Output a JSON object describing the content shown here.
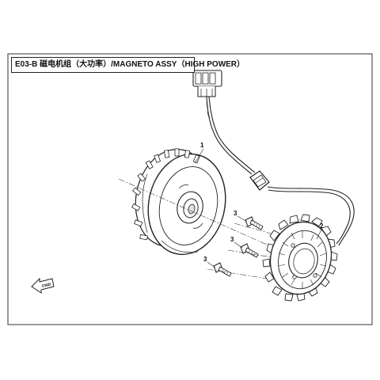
{
  "diagram": {
    "title": "E03-B 磁电机组（大功率）/MAGNETO ASSY（HIGH POWER）",
    "parts": [
      {
        "number": "1",
        "name": "flywheel-rotor"
      },
      {
        "number": "2",
        "name": "stator-coil"
      },
      {
        "number": "3",
        "name": "bolt"
      },
      {
        "number": "3",
        "name": "bolt"
      },
      {
        "number": "3",
        "name": "bolt"
      }
    ],
    "direction_label": "FWD"
  }
}
